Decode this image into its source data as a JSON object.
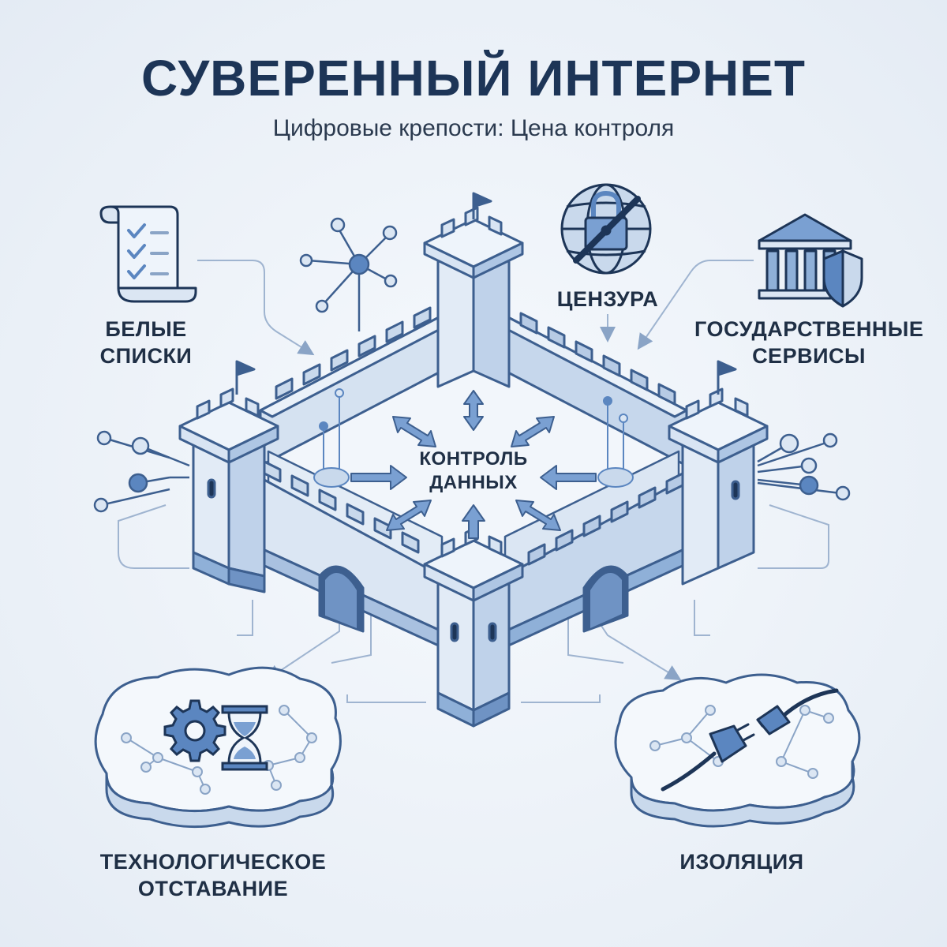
{
  "header": {
    "title": "СУВЕРЕННЫЙ ИНТЕРНЕТ",
    "subtitle": "Цифровые крепости: Цена контроля"
  },
  "labels": {
    "whitelists_line1": "БЕЛЫЕ",
    "whitelists_line2": "СПИСКИ",
    "censorship": "ЦЕНЗУРА",
    "gov_services_line1": "ГОСУДАРСТВЕННЫЕ",
    "gov_services_line2": "СЕРВИСЫ",
    "data_control_line1": "КОНТРОЛЬ",
    "data_control_line2": "ДАННЫХ",
    "tech_lag_line1": "ТЕХНОЛОГИЧЕСКОЕ",
    "tech_lag_line2": "ОТСТАВАНИЕ",
    "isolation": "ИЗОЛЯЦИЯ"
  },
  "icons": {
    "whitelist": "checklist-scroll-icon",
    "censorship": "crossed-lock-globe-icon",
    "gov": "government-building-shield-icon",
    "tech": "gear-hourglass-icon",
    "isolation": "unplugged-cable-icon",
    "fortress": "fortress-icon"
  },
  "colors": {
    "primary": "#1d3557",
    "line": "#3d5f8f",
    "accent": "#5b86c0",
    "fill_light": "#dbe6f3",
    "fill_mid": "#b7cbe5",
    "fill_dark": "#8fb0d8"
  }
}
